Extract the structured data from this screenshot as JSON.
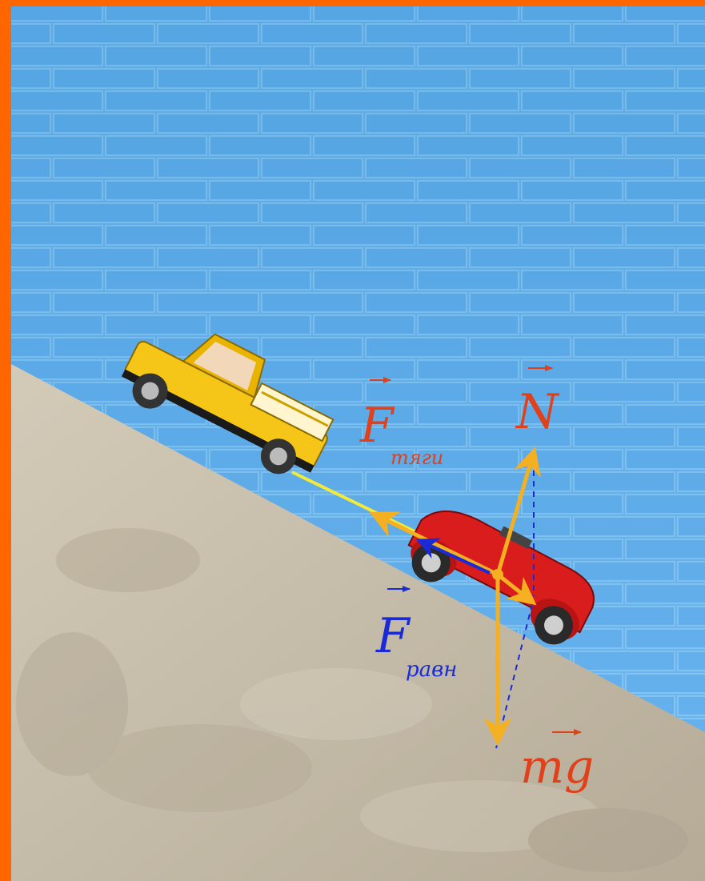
{
  "colors": {
    "frame": "#ff6600",
    "wall": "#5aaef0",
    "ground": "#c9c0ae",
    "force_arrow": "#f5b021",
    "balance_arrow": "#1a2bd6",
    "label_red": "#e0401a",
    "label_blue": "#1a2bd6",
    "truck": "#f5c518",
    "car": "#d91c1c"
  },
  "labels": {
    "thrust_symbol": "F",
    "thrust_subscript": "тяги",
    "normal_symbol": "N",
    "balance_symbol": "F",
    "balance_subscript": "равн",
    "gravity_symbol": "mg"
  }
}
